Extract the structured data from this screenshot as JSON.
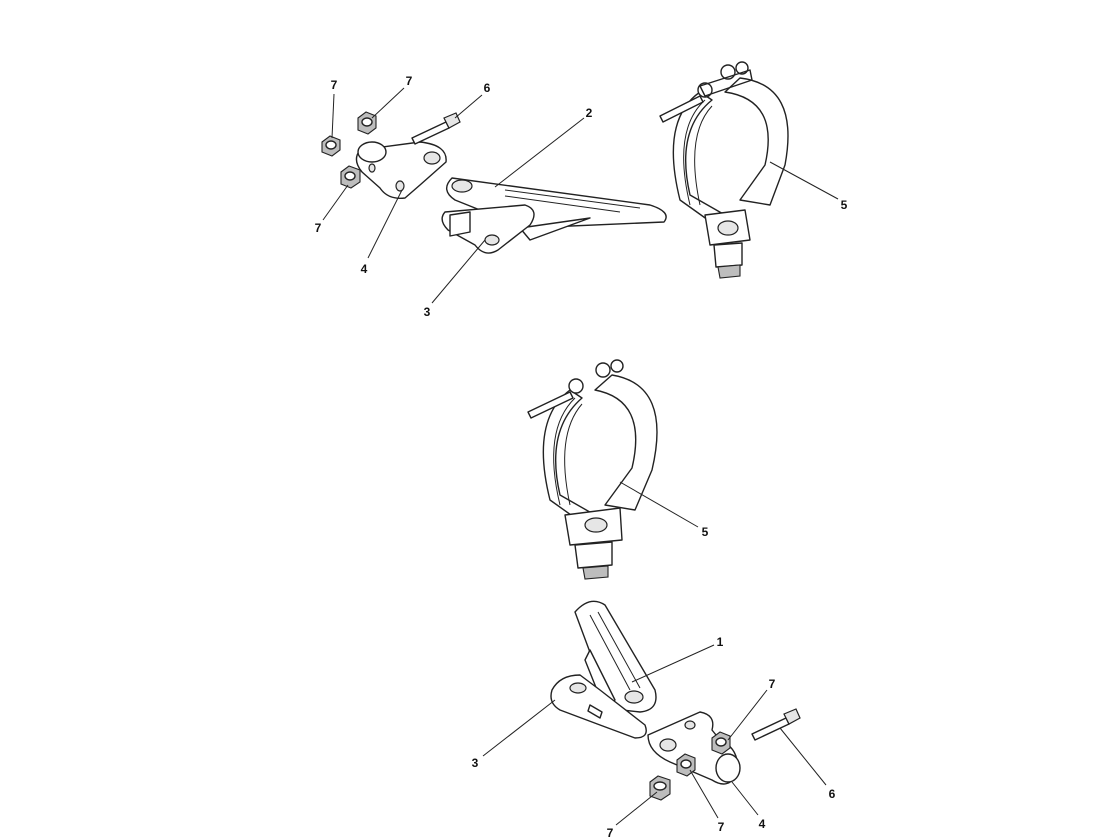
{
  "diagram": {
    "type": "exploded parts view",
    "top_assembly": {
      "callouts": [
        "7",
        "7",
        "6",
        "2",
        "5",
        "7",
        "4",
        "3"
      ]
    },
    "middle_assembly": {
      "callouts": [
        "5"
      ]
    },
    "bottom_assembly": {
      "callouts": [
        "1",
        "7",
        "3",
        "6",
        "7",
        "7",
        "4"
      ]
    }
  }
}
